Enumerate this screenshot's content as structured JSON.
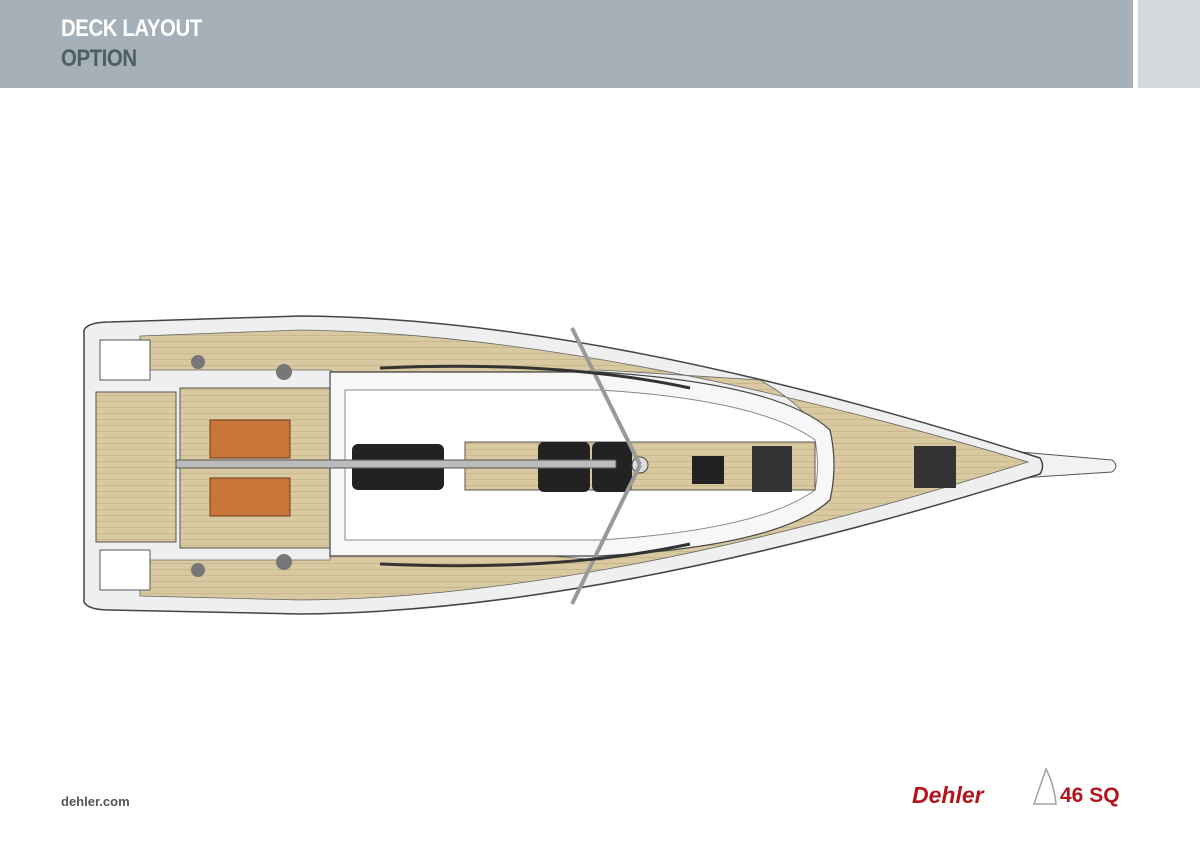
{
  "header": {
    "title": "DECK LAYOUT",
    "subtitle": "OPTION"
  },
  "footer": {
    "website": "dehler.com"
  },
  "logo": {
    "brand": "Dehler",
    "model": "46 SQ"
  },
  "colors": {
    "header": "#a5b0b8",
    "deck": "#d9c9a0",
    "brand": "#b3141b"
  }
}
